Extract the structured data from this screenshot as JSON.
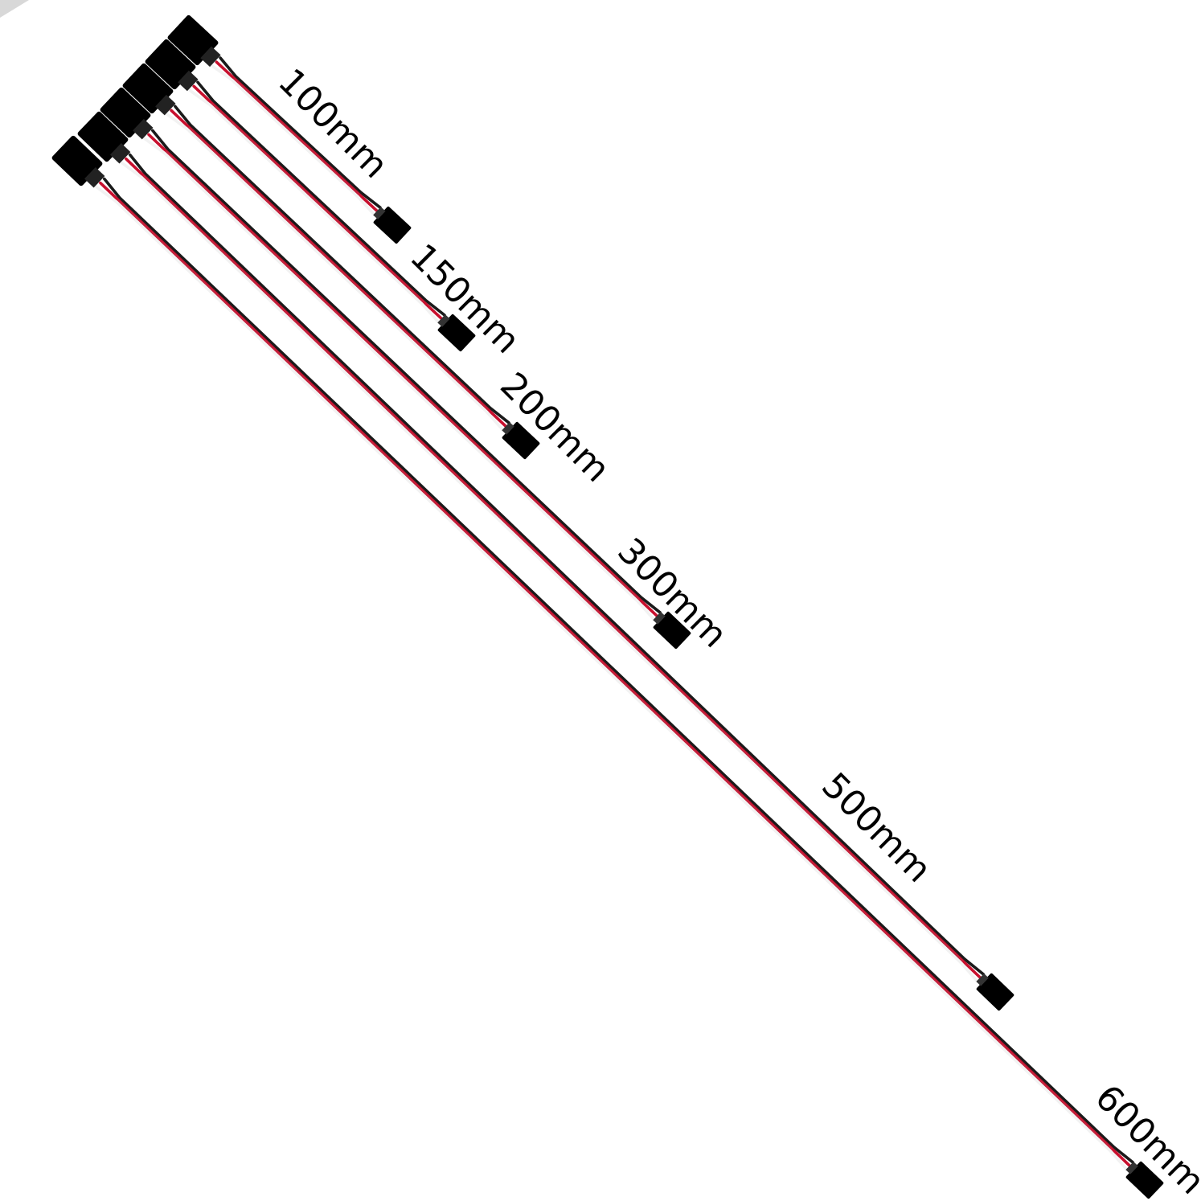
{
  "cables": [
    {
      "label": "100mm"
    },
    {
      "label": "150mm"
    },
    {
      "label": "200mm"
    },
    {
      "label": "300mm"
    },
    {
      "label": "500mm"
    },
    {
      "label": "600mm"
    }
  ],
  "colors": {
    "background": "#ffffff",
    "wire_red": "#c8102e",
    "wire_black": "#1a1a1a",
    "wire_white": "#f2f2f2",
    "connector": "#000000"
  }
}
